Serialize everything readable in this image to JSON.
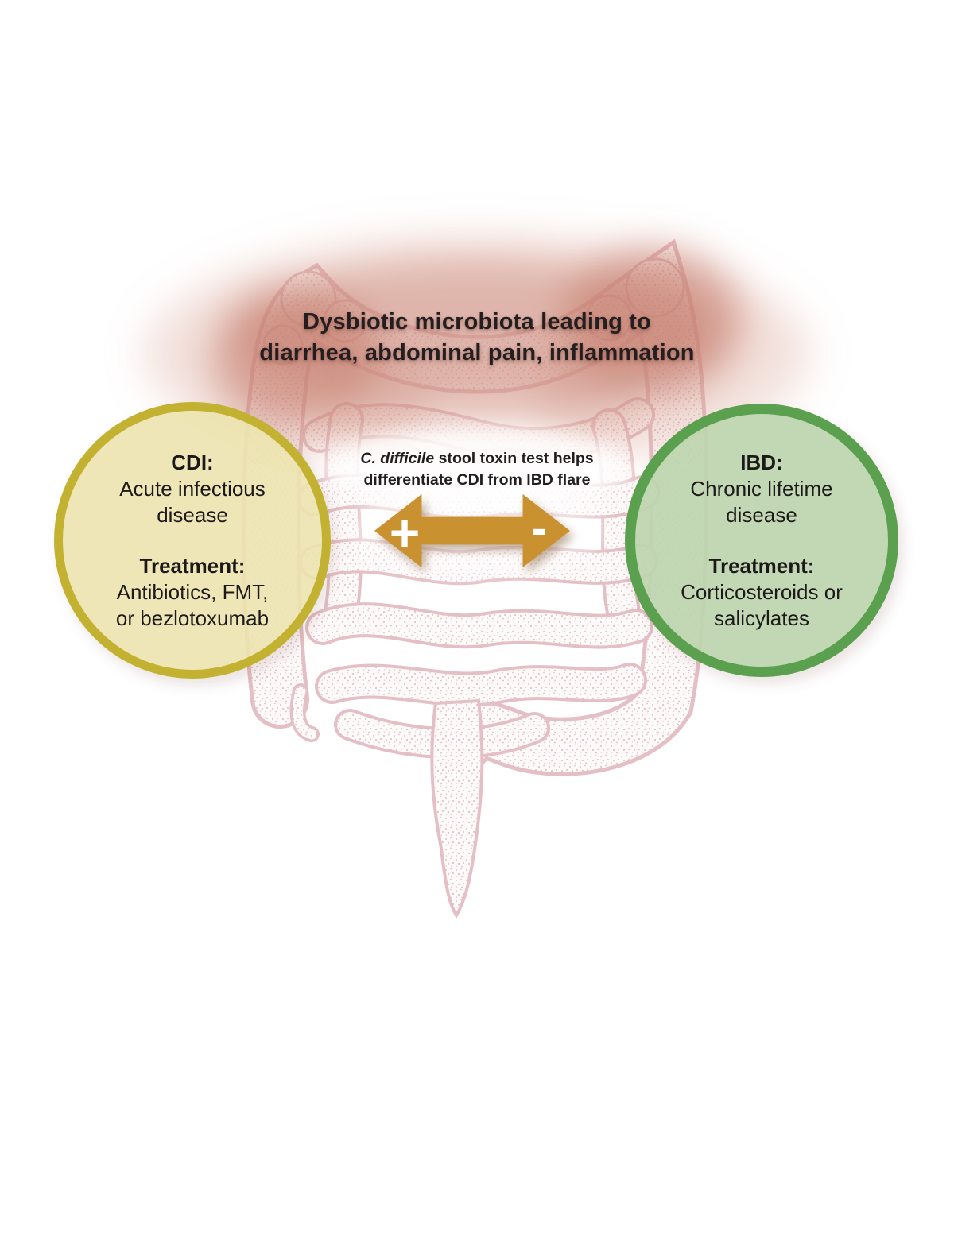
{
  "title": {
    "line1": "Dysbiotic microbiota leading to",
    "line2": "diarrhea, abdominal pain, inflammation"
  },
  "center": {
    "note_italic": "C. difficile",
    "note_rest": " stool toxin test helps",
    "note_line2": "differentiate CDI from IBD flare",
    "plus": "+",
    "minus": "-",
    "arrow_color": "#c9912f"
  },
  "cdi_circle": {
    "heading": "CDI:",
    "line1": "Acute infectious",
    "line2": "disease",
    "treatment_heading": "Treatment:",
    "treatment_line1": "Antibiotics, FMT,",
    "treatment_line2": "or bezlotoxumab",
    "fill": "#ece4af",
    "border": "#c3b232"
  },
  "ibd_circle": {
    "heading": "IBD:",
    "line1": "Chronic lifetime",
    "line2": "disease",
    "treatment_heading": "Treatment:",
    "treatment_line1": "Corticosteroids or",
    "treatment_line2": "salicylates",
    "fill": "#bcd5ad",
    "border": "#5ba04e"
  },
  "illustration": {
    "subject": "intestines-line-art",
    "outline_color": "#dfb2b9",
    "glow_color": "#c47b6a"
  }
}
